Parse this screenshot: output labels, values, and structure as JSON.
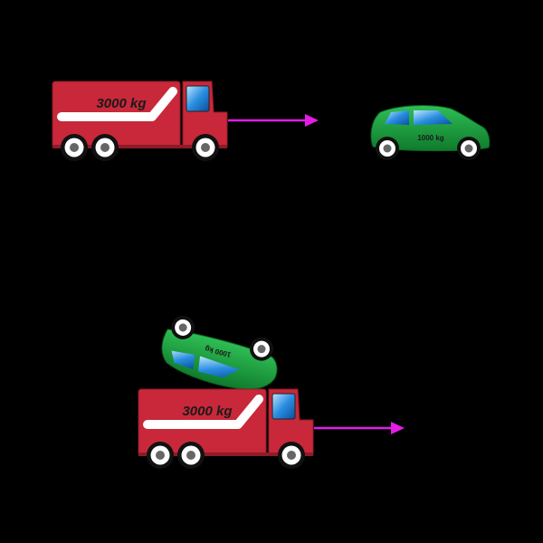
{
  "scene_top": {
    "truck": {
      "mass_label": "3000 kg",
      "color": "#c8283a"
    },
    "car": {
      "mass_label": "1000 kg",
      "color": "#169b3c",
      "orientation": "upright"
    },
    "velocity_arrow": {
      "color": "#e21de6",
      "direction": "right"
    }
  },
  "scene_bottom": {
    "truck": {
      "mass_label": "3000 kg",
      "color": "#c8283a"
    },
    "car": {
      "mass_label": "1000 kg",
      "color": "#169b3c",
      "orientation": "upside-down, on top of truck"
    },
    "velocity_arrow": {
      "color": "#e21de6",
      "direction": "right"
    }
  },
  "colors": {
    "background": "#000000",
    "truck_body": "#c8283a",
    "car_body": "#169b3c",
    "window": "#2a8ee0",
    "arrow": "#e21de6"
  }
}
